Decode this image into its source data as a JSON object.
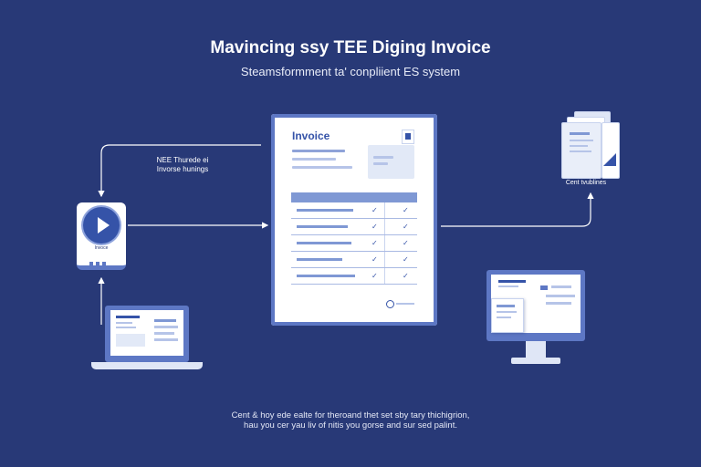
{
  "header": {
    "title": "Mavincing ssy TEE Diging Invoice",
    "subtitle": "Steamsformment ta' conpliient ES system"
  },
  "invoice": {
    "title": "Invoice",
    "table_rows": 5
  },
  "player": {
    "label": "Invoce",
    "caption_line1": "NEE Thurede ei",
    "caption_line2": "Invorse hunings"
  },
  "documents": {
    "label": "Cent tvublines"
  },
  "footer": {
    "line1": "Cent & hoy ede ealte for theroand thet set sby tary thichigrion,",
    "line2": "hau you cer yau liv of nitis you gorse and sur sed palint."
  },
  "colors": {
    "background": "#283977",
    "accent": "#3553a8",
    "frame": "#5d77c4",
    "arrow": "#ffffff"
  },
  "icons": [
    "play-icon",
    "invoice-icon",
    "document-stack-icon",
    "laptop-icon",
    "monitor-icon",
    "check-icon",
    "clock-icon"
  ]
}
